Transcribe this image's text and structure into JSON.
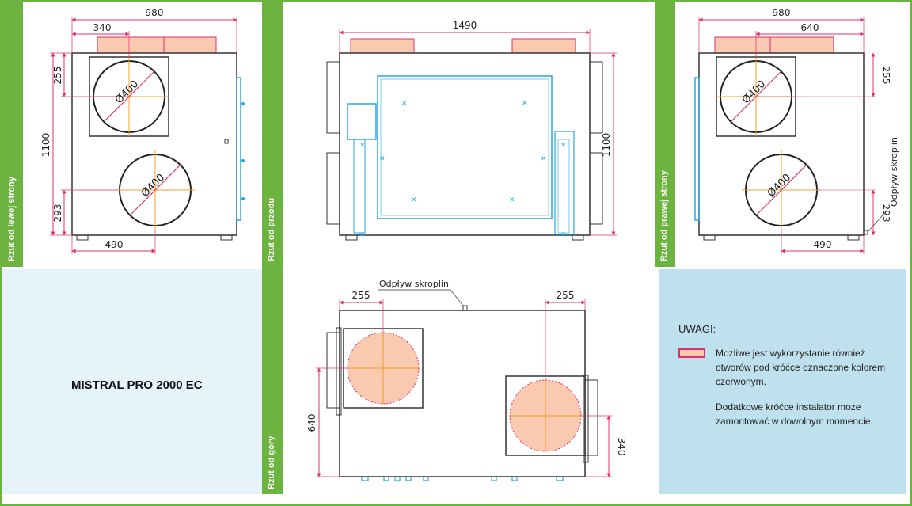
{
  "model_name": "MISTRAL PRO 2000 EC",
  "views": {
    "left": {
      "label": "Rzut od lewej strony",
      "dims": {
        "width": "980",
        "offset_top": "340",
        "height": "1100",
        "upper_offset": "255",
        "lower_offset": "293",
        "bottom_offset": "490",
        "diameter_upper": "Ø400",
        "diameter_lower": "Ø400"
      }
    },
    "front": {
      "label": "Rzut od przodu",
      "dims": {
        "width": "1490",
        "height": "1100"
      }
    },
    "right": {
      "label": "Rzut od prawej strony",
      "dims": {
        "width": "980",
        "offset_top": "640",
        "upper_offset": "255",
        "lower_offset": "293",
        "bottom_offset": "490",
        "diameter_upper": "Ø400",
        "diameter_lower": "Ø400"
      },
      "drain_label": "Odpływ skroplin"
    },
    "top": {
      "label": "Rzut od góry",
      "drain_label": "Odpływ skroplin",
      "dims": {
        "left_offset": "255",
        "right_offset": "255",
        "depth": "640",
        "right_bottom": "340"
      }
    }
  },
  "notes": {
    "title": "UWAGI:",
    "text1": "Możliwe jest wykorzystanie również otworów pod króćce oznaczone kolorem czerwonym.",
    "text2": "Dodatkowe króćce instalator może zamontować w dowolnym momencie."
  },
  "colors": {
    "border": "#6cb33f",
    "dimension": "#e0306a",
    "duct": "#f9c9b0",
    "panel": "#29a9df",
    "axis": "#f0a020",
    "notes_bg": "#bfe1ee",
    "model_bg": "#e6f3fa"
  }
}
